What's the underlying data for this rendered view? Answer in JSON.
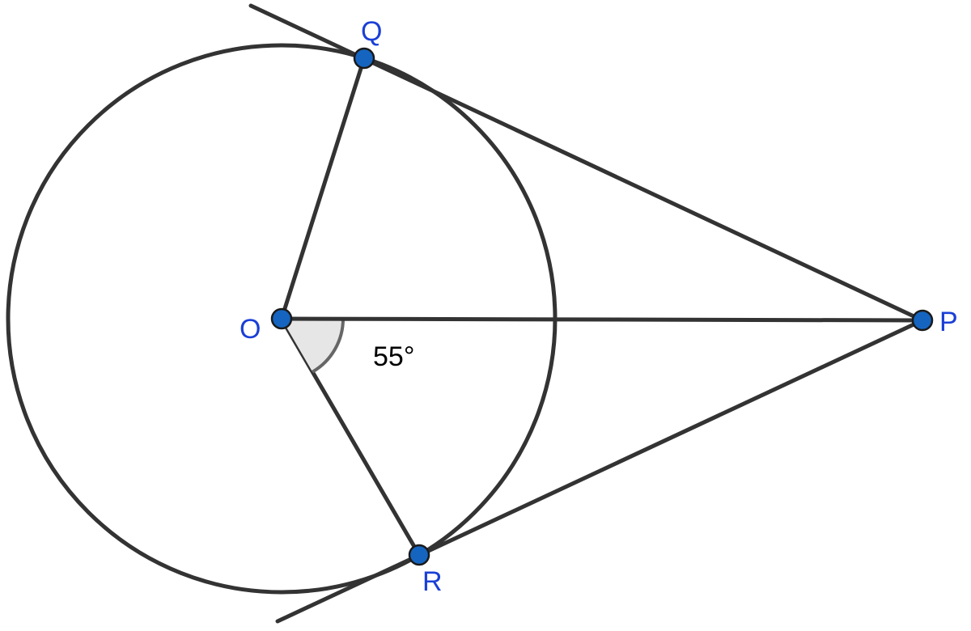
{
  "colors": {
    "stroke": "#333333",
    "point_fill": "#1565c0",
    "point_label": "#1a3fd6",
    "angle_fill": "#e6e6e6",
    "angle_stroke": "#666666",
    "text": "#000000"
  },
  "points": {
    "q": "Q",
    "o": "O",
    "p": "P",
    "r": "R"
  },
  "angle": {
    "value_text": "55°"
  }
}
